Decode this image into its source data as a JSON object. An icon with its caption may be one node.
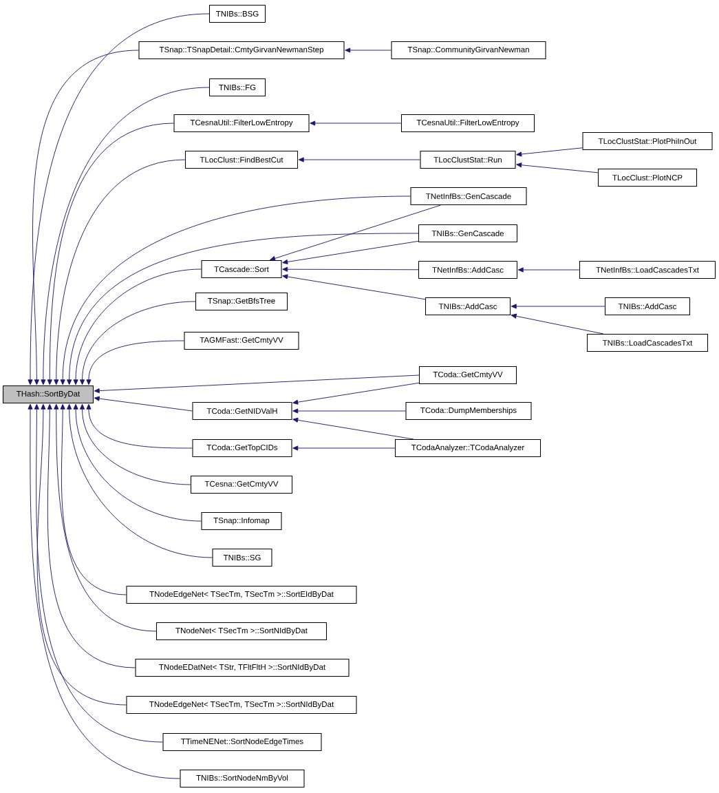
{
  "diagram": {
    "nodes": [
      {
        "text": [
          "THash::SortByDat"
        ]
      },
      {
        "text": [
          "TNIBs::BSG"
        ]
      },
      {
        "text": [
          "TSnap::TSnapDetail::CmtyGirvanNewmanStep"
        ]
      },
      {
        "text": [
          "TSnap::CommunityGirvanNewman"
        ]
      },
      {
        "text": [
          "TNIBs::FG"
        ]
      },
      {
        "text": [
          "TCesnaUtil::FilterLowEntropy"
        ]
      },
      {
        "text": [
          "TCesnaUtil::FilterLowEntropy"
        ]
      },
      {
        "text": [
          "TLocClust::FindBestCut"
        ]
      },
      {
        "text": [
          "TLocClustStat::Run"
        ]
      },
      {
        "text": [
          "TLocClustStat::PlotPhiInOut"
        ]
      },
      {
        "text": [
          "TLocClust::PlotNCP"
        ]
      },
      {
        "text": [
          "TNetInfBs::GenCascade"
        ]
      },
      {
        "text": [
          "TNIBs::GenCascade"
        ]
      },
      {
        "text": [
          "TCascade::Sort"
        ]
      },
      {
        "text": [
          "TNetInfBs::AddCasc"
        ]
      },
      {
        "text": [
          "TNetInfBs::LoadCascadesTxt"
        ]
      },
      {
        "text": [
          "TNIBs::AddCasc"
        ]
      },
      {
        "text": [
          "TNIBs::AddCasc"
        ]
      },
      {
        "text": [
          "TNIBs::LoadCascadesTxt"
        ]
      },
      {
        "text": [
          "TSnap::GetBfsTree"
        ]
      },
      {
        "text": [
          "TAGMFast::GetCmtyVV"
        ]
      },
      {
        "text": [
          "TCoda::GetCmtyVV"
        ]
      },
      {
        "text": [
          "TCoda::GetNIDValH"
        ]
      },
      {
        "text": [
          "TCoda::DumpMemberships"
        ]
      },
      {
        "text": [
          "TCoda::GetTopCIDs"
        ]
      },
      {
        "text": [
          "TCodaAnalyzer::TCodaAnalyzer"
        ]
      },
      {
        "text": [
          "TCesna::GetCmtyVV"
        ]
      },
      {
        "text": [
          "TSnap::Infomap"
        ]
      },
      {
        "text": [
          "TNIBs::SG"
        ]
      },
      {
        "text": [
          "TNodeEdgeNet< TSecTm, TSecTm >::SortEIdByDat"
        ]
      },
      {
        "text": [
          "TNodeNet< TSecTm >::SortNIdByDat"
        ]
      },
      {
        "text": [
          "TNodeEDatNet< TStr, TFltFltH >::SortNIdByDat"
        ]
      },
      {
        "text": [
          "TNodeEdgeNet< TSecTm, TSecTm >::SortNIdByDat"
        ]
      },
      {
        "text": [
          "TTimeNENet::SortNodeEdgeTimes"
        ]
      },
      {
        "text": [
          "TNIBs::SortNodeNmByVol"
        ]
      }
    ],
    "edges": [
      {
        "from": 1,
        "to": 0,
        "arrow": "to"
      },
      {
        "from": 2,
        "to": 0,
        "arrow": "to"
      },
      {
        "from": 3,
        "to": 2,
        "arrow": "to"
      },
      {
        "from": 4,
        "to": 0,
        "arrow": "to"
      },
      {
        "from": 5,
        "to": 0,
        "arrow": "to"
      },
      {
        "from": 6,
        "to": 5,
        "arrow": "to"
      },
      {
        "from": 7,
        "to": 0,
        "arrow": "to"
      },
      {
        "from": 8,
        "to": 7,
        "arrow": "to"
      },
      {
        "from": 9,
        "to": 8,
        "arrow": "to"
      },
      {
        "from": 10,
        "to": 8,
        "arrow": "to"
      },
      {
        "from": 11,
        "to": 0,
        "arrow": "to"
      },
      {
        "from": 12,
        "to": 0,
        "arrow": "to"
      },
      {
        "from": 13,
        "to": 0,
        "arrow": "to"
      },
      {
        "from": 11,
        "to": 13,
        "arrow": "to"
      },
      {
        "from": 12,
        "to": 13,
        "arrow": "to"
      },
      {
        "from": 14,
        "to": 13,
        "arrow": "to"
      },
      {
        "from": 16,
        "to": 13,
        "arrow": "to"
      },
      {
        "from": 15,
        "to": 14,
        "arrow": "to"
      },
      {
        "from": 17,
        "to": 16,
        "arrow": "to"
      },
      {
        "from": 18,
        "to": 16,
        "arrow": "to"
      },
      {
        "from": 19,
        "to": 0,
        "arrow": "to"
      },
      {
        "from": 20,
        "to": 0,
        "arrow": "to"
      },
      {
        "from": 21,
        "to": 0,
        "arrow": "to"
      },
      {
        "from": 22,
        "to": 0,
        "arrow": "to"
      },
      {
        "from": 21,
        "to": 22,
        "arrow": "to"
      },
      {
        "from": 23,
        "to": 22,
        "arrow": "to"
      },
      {
        "from": 25,
        "to": 22,
        "arrow": "to"
      },
      {
        "from": 24,
        "to": 0,
        "arrow": "to"
      },
      {
        "from": 25,
        "to": 24,
        "arrow": "to"
      },
      {
        "from": 26,
        "to": 0,
        "arrow": "to"
      },
      {
        "from": 27,
        "to": 0,
        "arrow": "to"
      },
      {
        "from": 28,
        "to": 0,
        "arrow": "to"
      },
      {
        "from": 29,
        "to": 0,
        "arrow": "to"
      },
      {
        "from": 30,
        "to": 0,
        "arrow": "to"
      },
      {
        "from": 31,
        "to": 0,
        "arrow": "to"
      },
      {
        "from": 32,
        "to": 0,
        "arrow": "to"
      },
      {
        "from": 33,
        "to": 0,
        "arrow": "to"
      },
      {
        "from": 34,
        "to": 0,
        "arrow": "to"
      }
    ]
  }
}
